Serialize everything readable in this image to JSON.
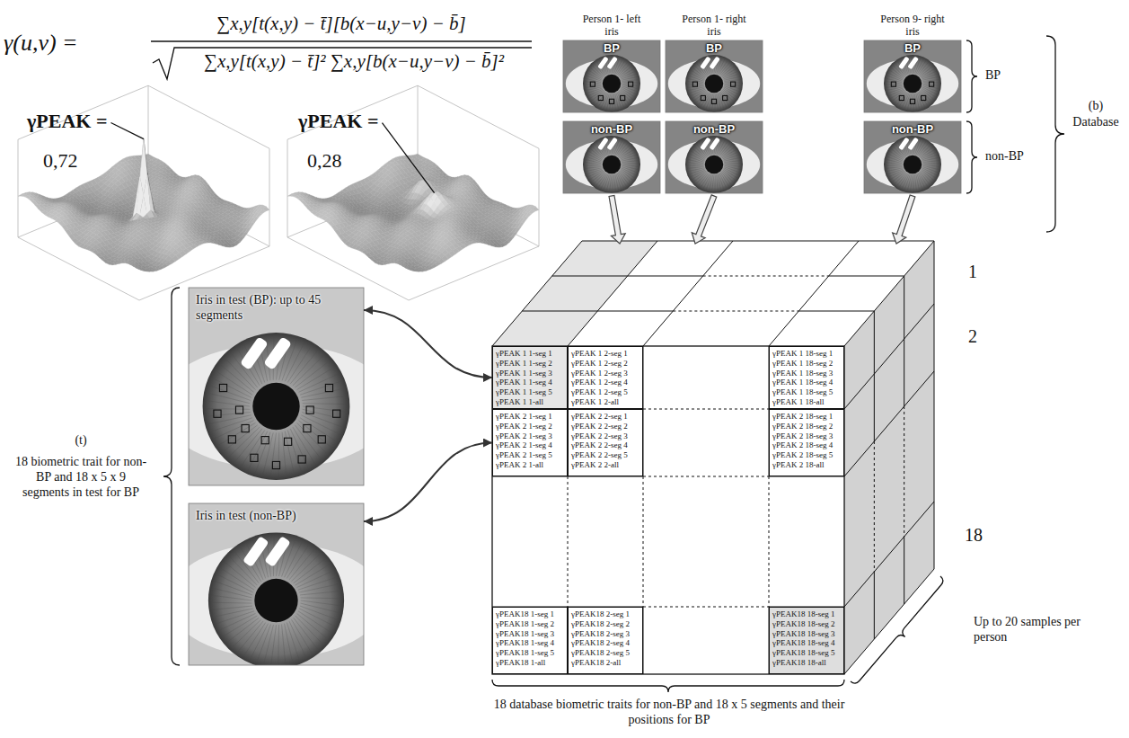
{
  "diagram": {
    "nodes": [
      {
        "text": [
          "Person 1- left iris",
          "BP"
        ]
      },
      {
        "text": [
          "Person 1- right iris",
          "BP"
        ]
      },
      {
        "text": [
          "Person 9- right iris",
          "BP"
        ]
      },
      {
        "text": [
          "non-BP"
        ]
      },
      {
        "text": [
          "non-BP"
        ]
      },
      {
        "text": [
          "non-BP"
        ]
      },
      {
        "text": [
          "Iris in test (BP): up to 45 segments"
        ]
      },
      {
        "text": [
          "Iris in test (non-BP)"
        ]
      },
      {
        "text": [
          "γPEAK 1 1-seg 1",
          "γPEAK 1 1-seg 2",
          "γPEAK 1 1-seg 3",
          "γPEAK 1 1-seg 4",
          "γPEAK 1 1-seg 5",
          "γPEAK 1 1-all"
        ]
      },
      {
        "text": [
          "γPEAK 1 2-seg 1",
          "γPEAK 1 2-seg 2",
          "γPEAK 1 2-seg 3",
          "γPEAK 1 2-seg 4",
          "γPEAK 1 2-seg 5",
          "γPEAK 1 2-all"
        ]
      },
      {
        "text": [
          "γPEAK 1 18-seg 1",
          "γPEAK 1 18-seg 2",
          "γPEAK 1 18-seg 3",
          "γPEAK 1 18-seg 4",
          "γPEAK 1 18-seg 5",
          "γPEAK 1 18-all"
        ]
      },
      {
        "text": [
          "γPEAK 2 1-seg 1",
          "γPEAK 2 1-seg 2",
          "γPEAK 2 1-seg 3",
          "γPEAK 2 1-seg 4",
          "γPEAK 2 1-seg 5",
          "γPEAK 2 1-all"
        ]
      },
      {
        "text": [
          "γPEAK 2 2-seg 1",
          "γPEAK 2 2-seg 2",
          "γPEAK 2 2-seg 3",
          "γPEAK 2 2-seg 4",
          "γPEAK 2 2-seg 5",
          "γPEAK 2 2-all"
        ]
      },
      {
        "text": [
          "γPEAK 2 18-seg 1",
          "γPEAK 2 18-seg 2",
          "γPEAK 2 18-seg 3",
          "γPEAK 2 18-seg 4",
          "γPEAK 2 18-seg 5",
          "γPEAK 2 18-all"
        ]
      },
      {
        "text": [
          "γPEAK18 1-seg 1",
          "γPEAK18 1-seg 2",
          "γPEAK18 1-seg 3",
          "γPEAK18 1-seg 4",
          "γPEAK18 1-seg 5",
          "γPEAK18 1-all"
        ]
      },
      {
        "text": [
          "γPEAK18 2-seg 1",
          "γPEAK18 2-seg 2",
          "γPEAK18 2-seg 3",
          "γPEAK18 2-seg 4",
          "γPEAK18 2-seg 5",
          "γPEAK18 2-all"
        ]
      },
      {
        "text": [
          "γPEAK18 18-seg 1",
          "γPEAK18 18-seg 2",
          "γPEAK18 18-seg 3",
          "γPEAK18 18-seg 4",
          "γPEAK18 18-seg 5",
          "γPEAK18 18-all"
        ]
      }
    ],
    "edges": [
      {
        "from": 6,
        "to": 8,
        "arrow": "both"
      },
      {
        "from": 7,
        "to": 11,
        "arrow": "both"
      }
    ],
    "labels": [
      "γ(u,v) =",
      "∑x,y[t(x,y) − t̄][b(x−u,y−v) − b̄]",
      "∑x,y[t(x,y) − t̄]² ∑x,y[b(x−u,y−v) − b̄]²",
      "γPEAK =",
      "0,72",
      "γPEAK =",
      "0,28",
      "BP",
      "non-BP",
      "(b)",
      "Database",
      "1",
      "2",
      "18",
      "Up to 20 samples per person",
      "18 database biometric traits for non-BP and 18 x 5 segments and their positions for BP",
      "(t)",
      "18 biometric trait for non-BP and 18 x 5 x 9 segments in test for BP"
    ]
  }
}
